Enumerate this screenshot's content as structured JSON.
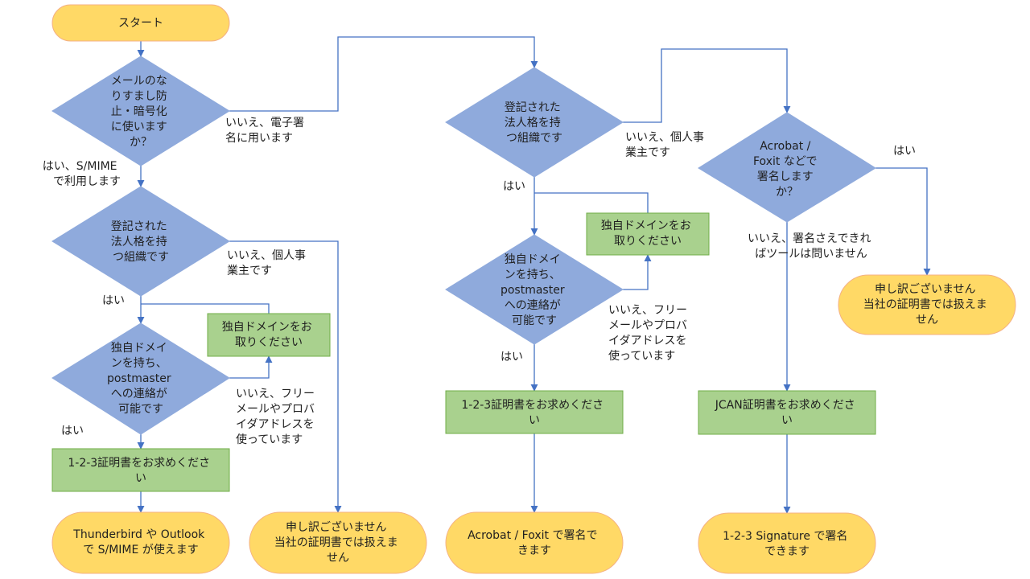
{
  "nodes": [
    {
      "id": "start",
      "shape": "terminal",
      "lines": [
        "スタート"
      ]
    },
    {
      "id": "d1",
      "shape": "decision",
      "lines": [
        "メールのな",
        "りすまし防",
        "止・暗号化",
        "に使います",
        "か？"
      ]
    },
    {
      "id": "d2",
      "shape": "decision",
      "lines": [
        "登記された",
        "法人格を持",
        "つ組織です"
      ]
    },
    {
      "id": "d3",
      "shape": "decision",
      "lines": [
        "独自ドメイ",
        "ンを持ち、",
        "postmaster",
        "への連絡が",
        "可能です"
      ]
    },
    {
      "id": "p1",
      "shape": "process",
      "lines": [
        "独自ドメインをお",
        "取りください"
      ]
    },
    {
      "id": "p2",
      "shape": "process",
      "lines": [
        "1-2-3証明書をお求めくださ",
        "い"
      ]
    },
    {
      "id": "t1",
      "shape": "terminal",
      "lines": [
        "Thunderbird や Outlook",
        "で S/MIME が使えます"
      ]
    },
    {
      "id": "t2",
      "shape": "terminal",
      "lines": [
        "申し訳ございません",
        "当社の証明書では扱えま",
        "せん"
      ]
    },
    {
      "id": "d4",
      "shape": "decision",
      "lines": [
        "登記された",
        "法人格を持",
        "つ組織です"
      ]
    },
    {
      "id": "d5",
      "shape": "decision",
      "lines": [
        "独自ドメイ",
        "ンを持ち、",
        "postmaster",
        "への連絡が",
        "可能です"
      ]
    },
    {
      "id": "p3",
      "shape": "process",
      "lines": [
        "独自ドメインをお",
        "取りください"
      ]
    },
    {
      "id": "p4",
      "shape": "process",
      "lines": [
        "1-2-3証明書をお求めくださ",
        "い"
      ]
    },
    {
      "id": "t3",
      "shape": "terminal",
      "lines": [
        "Acrobat / Foxit で署名で",
        "きます"
      ]
    },
    {
      "id": "d6",
      "shape": "decision",
      "lines": [
        "Acrobat /",
        "Foxit などで",
        "署名します",
        "か？"
      ]
    },
    {
      "id": "t4",
      "shape": "terminal",
      "lines": [
        "申し訳ございません",
        "当社の証明書では扱えま",
        "せん"
      ]
    },
    {
      "id": "p5",
      "shape": "process",
      "lines": [
        "JCAN証明書をお求めくださ",
        "い"
      ]
    },
    {
      "id": "t5",
      "shape": "terminal",
      "lines": [
        "1-2-3 Signature で署名",
        "できます"
      ]
    }
  ],
  "edge_labels": [
    {
      "id": "e_d1_yes",
      "lines": [
        "はい、S/MIME",
        "で利用します"
      ]
    },
    {
      "id": "e_d1_no",
      "lines": [
        "いいえ、電子署",
        "名に用います"
      ]
    },
    {
      "id": "e_d2_yes",
      "lines": [
        "はい"
      ]
    },
    {
      "id": "e_d2_no",
      "lines": [
        "いいえ、個人事",
        "業主です"
      ]
    },
    {
      "id": "e_d3_yes",
      "lines": [
        "はい"
      ]
    },
    {
      "id": "e_d3_no",
      "lines": [
        "いいえ、フリー",
        "メールやプロバ",
        "イダアドレスを",
        "使っています"
      ]
    },
    {
      "id": "e_d4_yes",
      "lines": [
        "はい"
      ]
    },
    {
      "id": "e_d4_no",
      "lines": [
        "いいえ、個人事",
        "業主です"
      ]
    },
    {
      "id": "e_d5_yes",
      "lines": [
        "はい"
      ]
    },
    {
      "id": "e_d5_no",
      "lines": [
        "いいえ、フリー",
        "メールやプロバ",
        "イダアドレスを",
        "使っています"
      ]
    },
    {
      "id": "e_d6_yes",
      "lines": [
        "はい"
      ]
    },
    {
      "id": "e_d6_no",
      "lines": [
        "いいえ、署名さえできれ",
        "ばツールは問いません"
      ]
    }
  ],
  "colors": {
    "terminal_fill": "#ffd966",
    "terminal_stroke": "#f4b183",
    "decision_fill": "#8faadc",
    "process_fill": "#a9d18e",
    "process_stroke": "#70ad47",
    "connector": "#4472c4"
  }
}
